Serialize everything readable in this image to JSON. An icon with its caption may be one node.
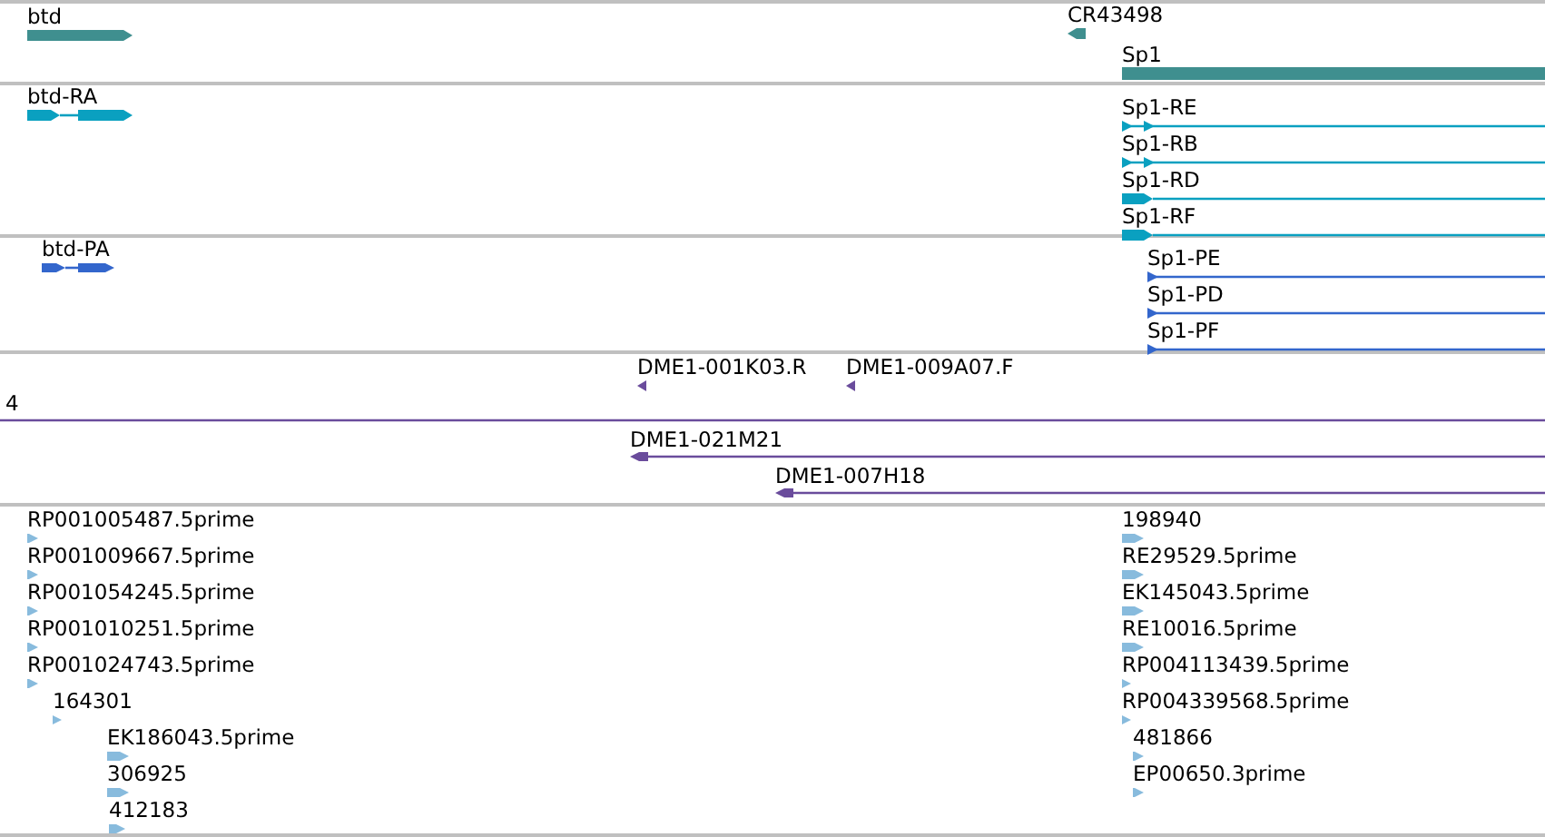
{
  "diagram": {
    "nodes": [
      {
        "text": [
          "btd"
        ]
      },
      {
        "text": [
          "CR43498"
        ]
      },
      {
        "text": [
          "Sp1"
        ]
      },
      {
        "text": [
          "btd-RA"
        ]
      },
      {
        "text": [
          "Sp1-RE"
        ]
      },
      {
        "text": [
          "Sp1-RB"
        ]
      },
      {
        "text": [
          "Sp1-RD"
        ]
      },
      {
        "text": [
          "Sp1-RF"
        ]
      },
      {
        "text": [
          "btd-PA"
        ]
      },
      {
        "text": [
          "Sp1-PE"
        ]
      },
      {
        "text": [
          "Sp1-PD"
        ]
      },
      {
        "text": [
          "Sp1-PF"
        ]
      },
      {
        "text": [
          "DME1-001K03.R"
        ]
      },
      {
        "text": [
          "DME1-009A07.F"
        ]
      },
      {
        "text": [
          "4"
        ]
      },
      {
        "text": [
          "DME1-021M21"
        ]
      },
      {
        "text": [
          "DME1-007H18"
        ]
      },
      {
        "text": [
          "RP001005487.5prime"
        ]
      },
      {
        "text": [
          "198940"
        ]
      },
      {
        "text": [
          "RP001009667.5prime"
        ]
      },
      {
        "text": [
          "RE29529.5prime"
        ]
      },
      {
        "text": [
          "RP001054245.5prime"
        ]
      },
      {
        "text": [
          "EK145043.5prime"
        ]
      },
      {
        "text": [
          "RP001010251.5prime"
        ]
      },
      {
        "text": [
          "RE10016.5prime"
        ]
      },
      {
        "text": [
          "RP001024743.5prime"
        ]
      },
      {
        "text": [
          "RP004113439.5prime"
        ]
      },
      {
        "text": [
          "164301"
        ]
      },
      {
        "text": [
          "RP004339568.5prime"
        ]
      },
      {
        "text": [
          "EK186043.5prime"
        ]
      },
      {
        "text": [
          "481866"
        ]
      },
      {
        "text": [
          "306925"
        ]
      },
      {
        "text": [
          "EP00650.3prime"
        ]
      },
      {
        "text": [
          "412183"
        ]
      }
    ]
  }
}
